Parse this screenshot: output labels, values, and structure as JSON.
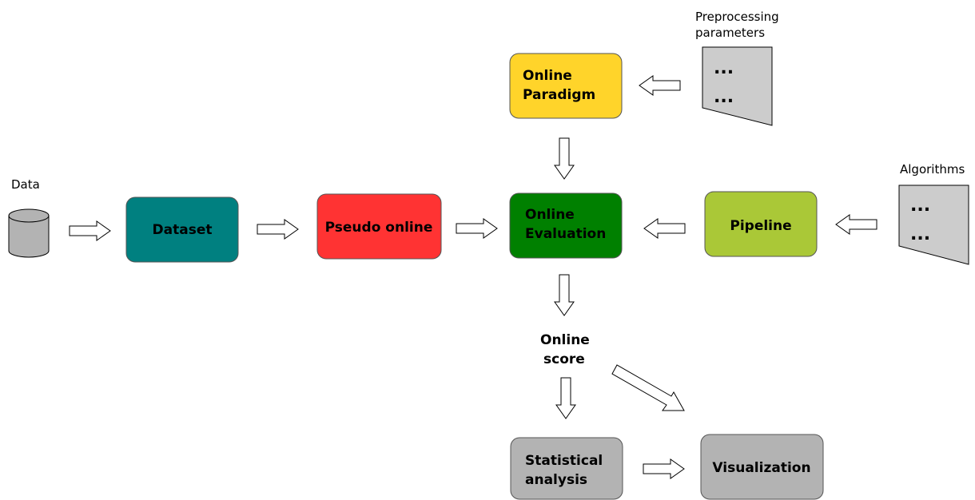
{
  "labels": {
    "data": "Data",
    "preprocessing_line1": "Preprocessing",
    "preprocessing_line2": "parameters",
    "algorithms": "Algorithms",
    "online_score_line1": "Online",
    "online_score_line2": "score"
  },
  "nodes": {
    "dataset": {
      "label": "Dataset",
      "color": "#008080"
    },
    "pseudo_online": {
      "label": "Pseudo online",
      "color": "#ff3333"
    },
    "online_paradigm": {
      "line1": "Online",
      "line2": "Paradigm",
      "color": "#ffd42a"
    },
    "online_evaluation": {
      "line1": "Online",
      "line2": "Evaluation",
      "color": "#008000"
    },
    "pipeline": {
      "label": "Pipeline",
      "color": "#aac837"
    },
    "statistical_analysis": {
      "line1": "Statistical",
      "line2": "analysis",
      "color": "#b3b3b3"
    },
    "visualization": {
      "label": "Visualization",
      "color": "#b3b3b3"
    }
  },
  "documents": {
    "preprocessing": {
      "line1": "...",
      "line2": "...",
      "color": "#cccccc"
    },
    "algorithms": {
      "line1": "...",
      "line2": "...",
      "color": "#cccccc"
    }
  },
  "database": {
    "color": "#b3b3b3"
  }
}
